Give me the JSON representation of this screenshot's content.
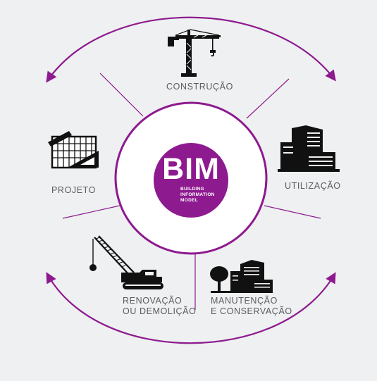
{
  "center": {
    "title": "BIM",
    "subtitle_lines": [
      "BUILDING",
      "INFORMATION",
      "MODEL"
    ]
  },
  "stages": {
    "construcao": "CONSTRUÇÃO",
    "utilizacao": "UTILIZAÇÃO",
    "manutencao_line1": "MANUTENÇÃO",
    "manutencao_line2": "E CONSERVAÇÃO",
    "renovacao_line1": "RENOVAÇÃO",
    "renovacao_line2": "OU DEMOLIÇÃO",
    "projeto": "PROJETO"
  },
  "icons": {
    "construcao": "tower-crane-icon",
    "utilizacao": "office-buildings-icon",
    "manutencao": "tree-and-building-icon",
    "renovacao": "demolition-crane-icon",
    "projeto": "blueprint-icon"
  },
  "colors": {
    "accent": "#8e1a8f",
    "background": "#eef0f1",
    "label": "#5a5d60",
    "icon": "#111111"
  }
}
